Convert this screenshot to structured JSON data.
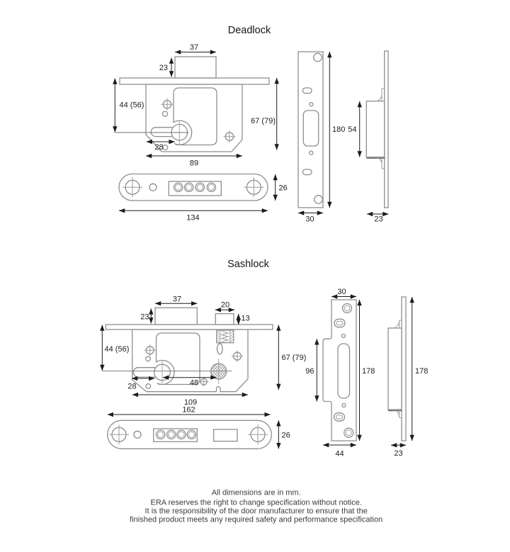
{
  "deadlock": {
    "title": "Deadlock",
    "dims": {
      "bolt_width": "37",
      "bolt_height": "23",
      "backset": "44 (56)",
      "case_height": "67 (79)",
      "keyhole_offset": "28",
      "case_width": "89",
      "faceplate_height": "26",
      "faceplate_length": "134",
      "strike_height": "180",
      "strike_width": "30",
      "case_depth": "54",
      "side_depth": "23"
    }
  },
  "sashlock": {
    "title": "Sashlock",
    "dims": {
      "bolt_width": "37",
      "bolt_height": "23",
      "latch_width": "20",
      "latch_height": "13",
      "backset": "44 (56)",
      "case_height": "67 (79)",
      "keyhole_offset": "28",
      "spindle_offset": "48",
      "case_width": "109",
      "overall_length": "162",
      "faceplate_height": "26",
      "strike_width_top": "30",
      "strike_box_height": "96",
      "strike_height": "178",
      "strike_width_bottom": "44",
      "side_height": "178",
      "side_depth": "23"
    }
  },
  "footer": {
    "line1": "All dimensions are in mm.",
    "line2": "ERA reserves the right to change specification without notice.",
    "line3": "It is the responsibility of the door manufacturer to ensure that the",
    "line4": "finished product meets any required safety and performance specification"
  },
  "colors": {
    "outline": "#8e8e8e",
    "dimension": "#1c1c1c",
    "background": "#ffffff"
  }
}
